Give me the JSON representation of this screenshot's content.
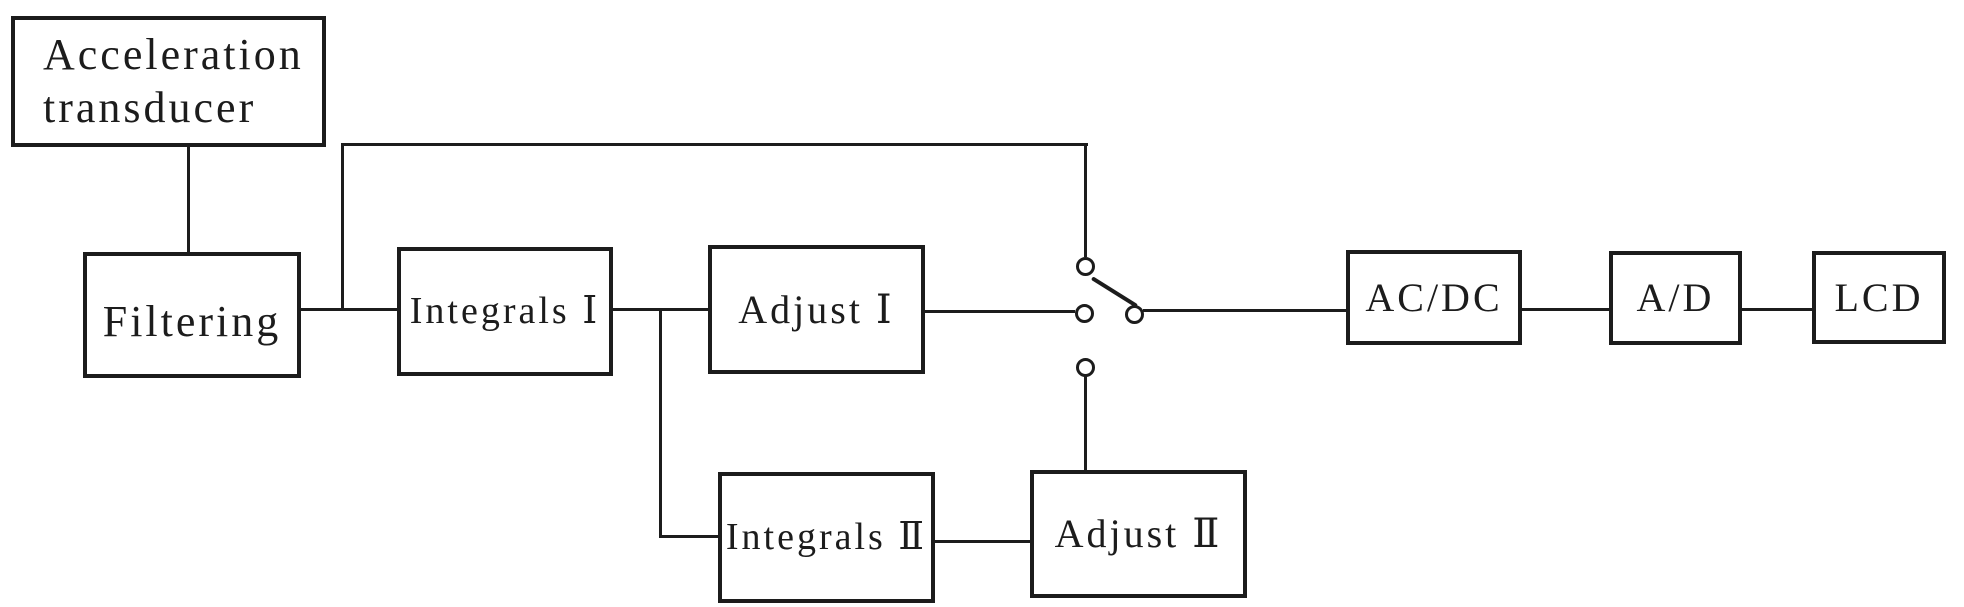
{
  "diagram": {
    "type": "block-diagram",
    "background_color": "#ffffff",
    "line_color": "#1c1c1c",
    "text_color": "#1c1c1c",
    "nodes": {
      "acceleration_transducer": {
        "label": "Acceleration\ntransducer"
      },
      "filtering": {
        "label": "Filtering"
      },
      "integrals_i": {
        "label": "Integrals Ⅰ"
      },
      "adjust_i": {
        "label": "Adjust Ⅰ"
      },
      "integrals_ii": {
        "label": "Integrals Ⅱ"
      },
      "adjust_ii": {
        "label": "Adjust Ⅱ"
      },
      "ac_dc": {
        "label": "AC/DC"
      },
      "a_d": {
        "label": "A/D"
      },
      "lcd": {
        "label": "LCD"
      }
    },
    "switch": {
      "kind": "selector-switch",
      "throw_contacts": [
        "bypass-from-filtering (top)",
        "adjust_i (middle)",
        "adjust_ii (bottom)"
      ],
      "pole_output": "ac_dc",
      "lever_position": "between top contact and pole"
    },
    "connections": [
      {
        "from": "acceleration_transducer",
        "to": "filtering"
      },
      {
        "from": "filtering",
        "to": "integrals_i"
      },
      {
        "from": "filtering",
        "to": "switch.top_contact",
        "via": "bypass line over the top"
      },
      {
        "from": "integrals_i",
        "to": "adjust_i"
      },
      {
        "from": "integrals_i",
        "to": "integrals_ii",
        "via": "branch down"
      },
      {
        "from": "integrals_ii",
        "to": "adjust_ii"
      },
      {
        "from": "adjust_i",
        "to": "switch.middle_contact"
      },
      {
        "from": "adjust_ii",
        "to": "switch.bottom_contact"
      },
      {
        "from": "switch.pole",
        "to": "ac_dc"
      },
      {
        "from": "ac_dc",
        "to": "a_d"
      },
      {
        "from": "a_d",
        "to": "lcd"
      }
    ]
  }
}
